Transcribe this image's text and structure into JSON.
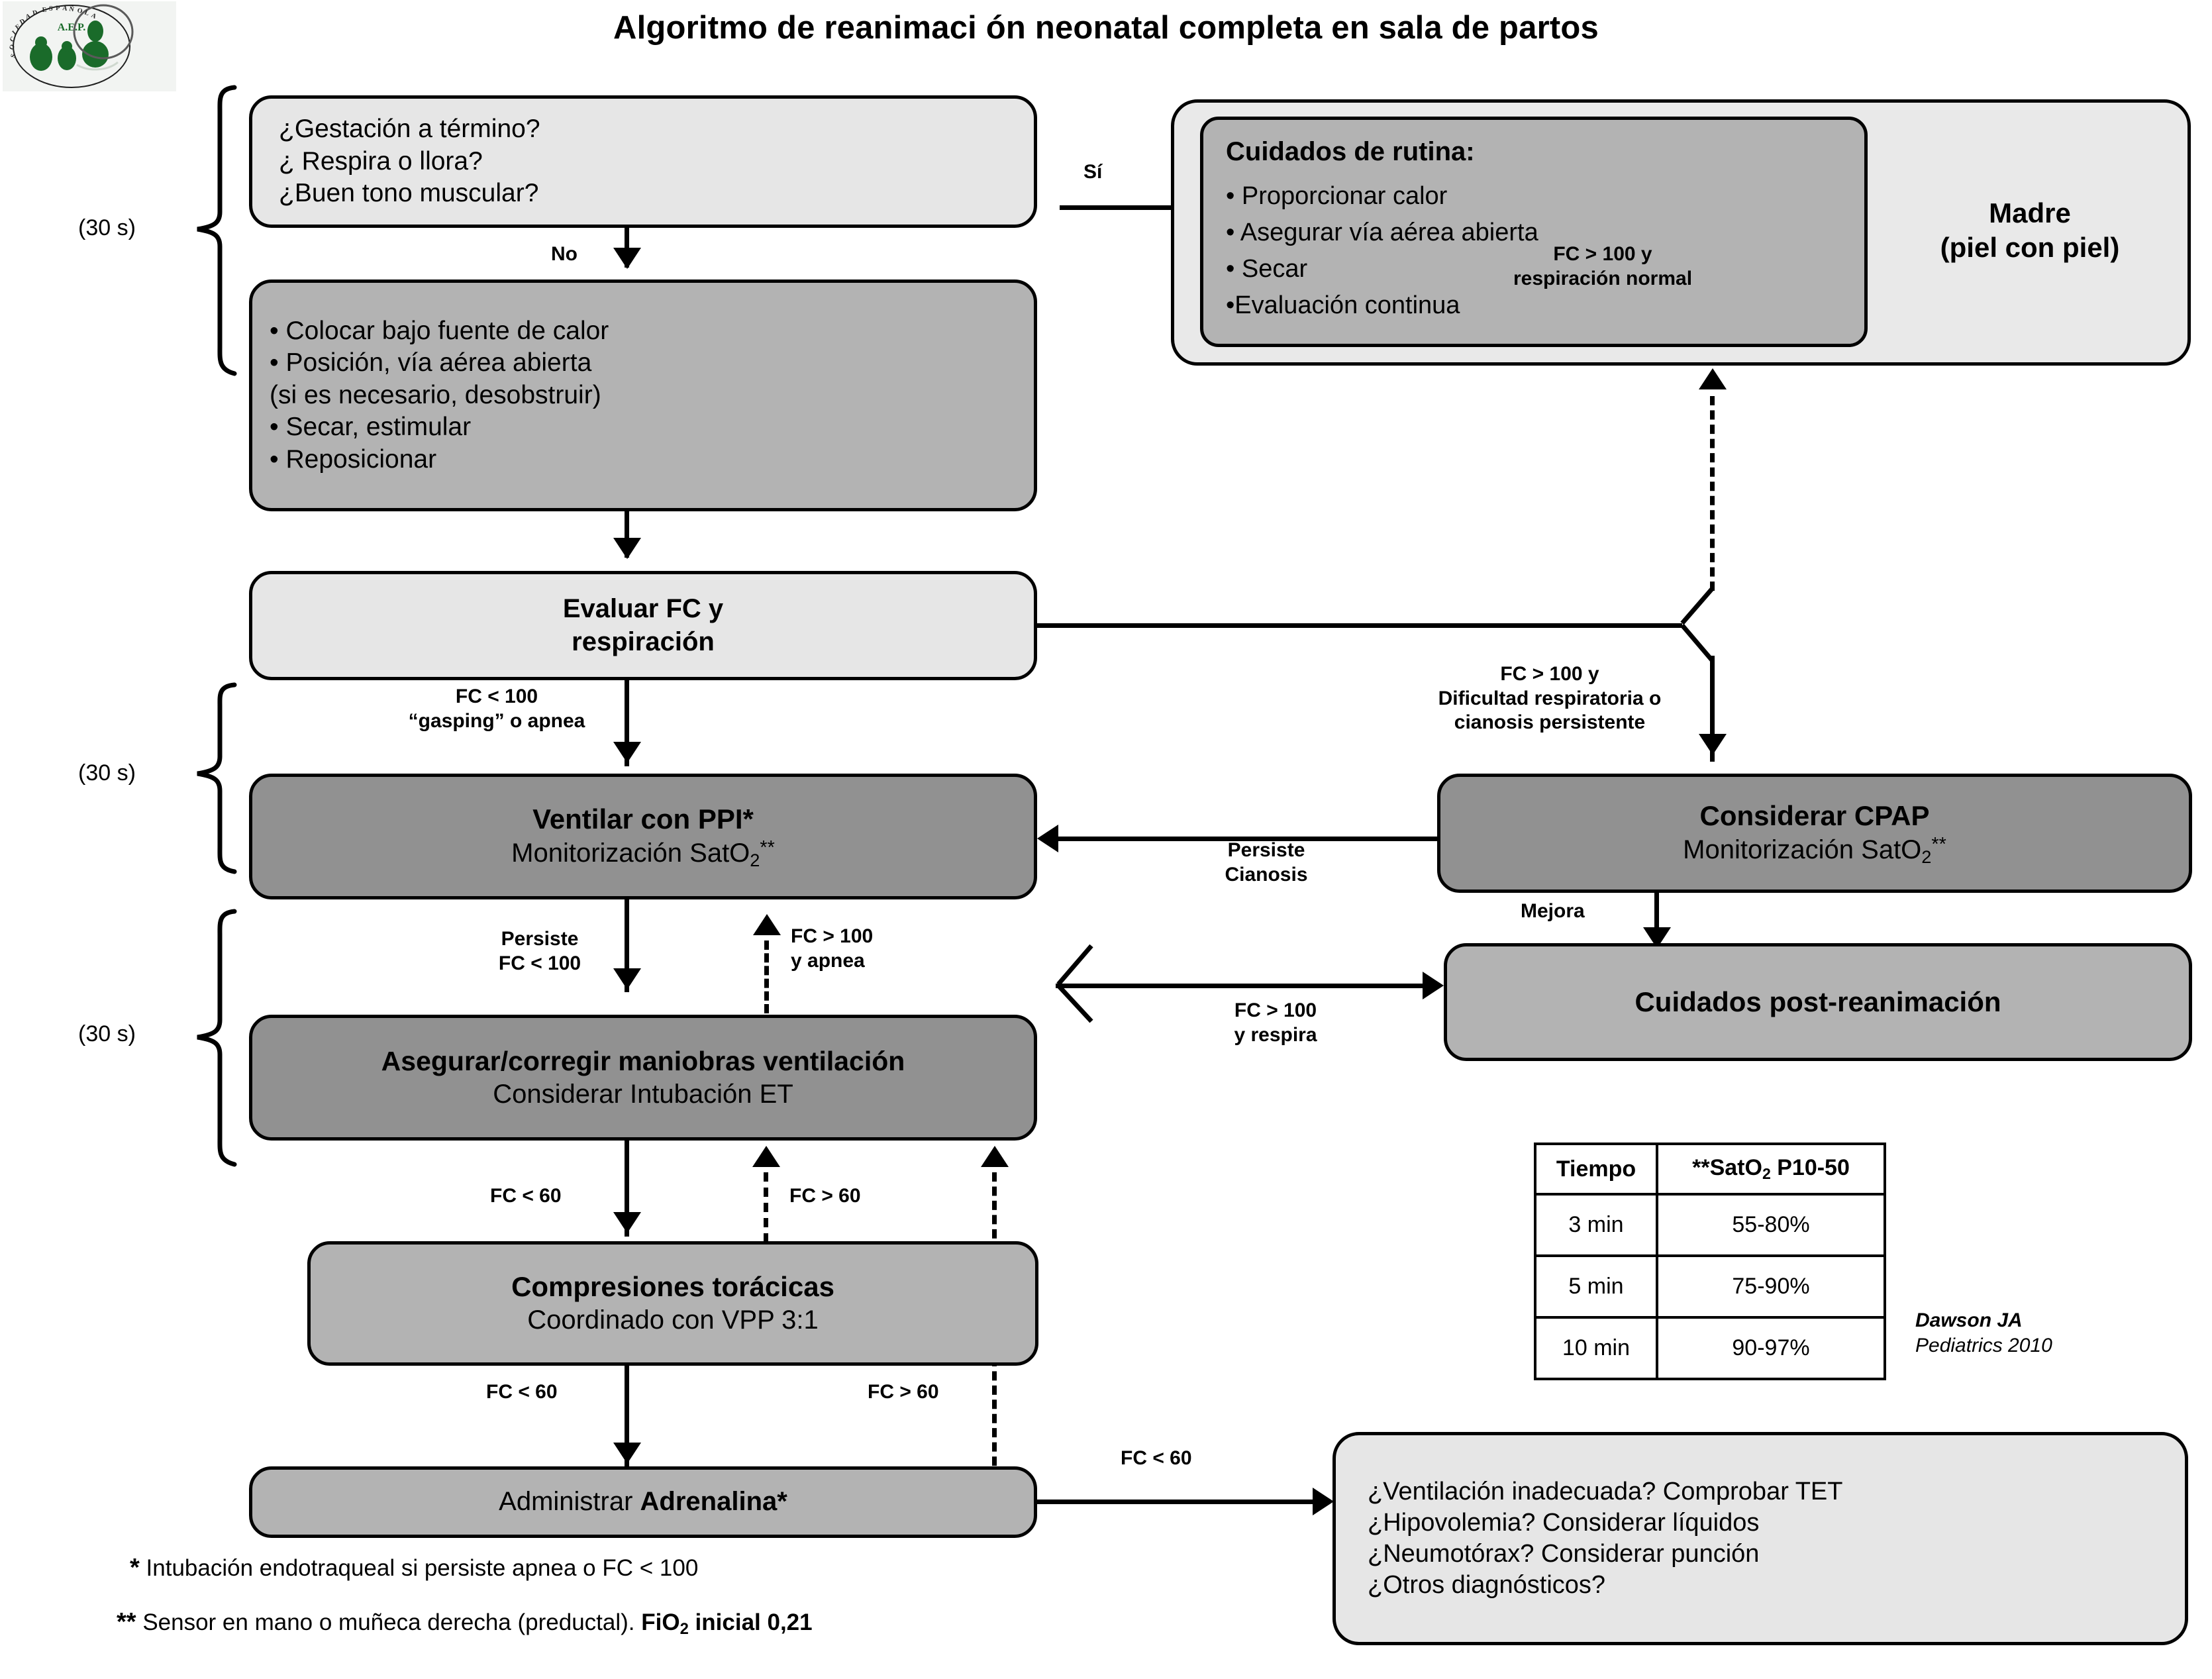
{
  "title": "Algoritmo de reanimaci ón neonatal completa en sala de partos",
  "logo": {
    "ring_text": "SOCIEDAD ESPAÑOLA DE NEONATOLOGIA",
    "acronym": "A.E.P."
  },
  "boxes": {
    "assess_initial": {
      "lines": [
        "¿Gestación a término?",
        "¿ Respira o llora?",
        "¿Buen tono muscular?"
      ]
    },
    "initial_steps": {
      "lines": [
        "• Colocar bajo fuente de calor",
        "• Posición, vía aérea abierta",
        "  (si es necesario, desobstruir)",
        "• Secar, estimular",
        "• Reposicionar"
      ]
    },
    "evaluate": {
      "line1": "Evaluar FC y",
      "line2": "respiración"
    },
    "routine_care": {
      "heading": "Cuidados de rutina:",
      "items": [
        "• Proporcionar calor",
        "• Asegurar vía aérea abierta",
        "• Secar",
        "•Evaluación continua"
      ]
    },
    "mother": {
      "line1": "Madre",
      "line2": "(piel con piel)"
    },
    "ventilate": {
      "line1": "Ventilar con PPI*",
      "line2_pre": "Monitorización SatO",
      "line2_sub": "2",
      "line2_sup": "**"
    },
    "cpap": {
      "line1": "Considerar CPAP",
      "line2_pre": "Monitorización SatO",
      "line2_sub": "2",
      "line2_sup": "**"
    },
    "post_resus": {
      "line1": "Cuidados post-reanimación"
    },
    "secure_maneuvers": {
      "line1": "Asegurar/corregir maniobras ventilación",
      "line2": "Considerar Intubación ET"
    },
    "compressions": {
      "line1": "Compresiones torácicas",
      "line2": "Coordinado con VPP 3:1"
    },
    "adrenaline": {
      "pre": "Administrar ",
      "bold": "Adrenalina*"
    },
    "troubleshoot": {
      "lines": [
        "¿Ventilación inadecuada? Comprobar TET",
        "¿Hipovolemia? Considerar líquidos",
        "¿Neumotórax? Considerar punción",
        "¿Otros diagnósticos?"
      ]
    }
  },
  "braces": {
    "label1": "(30 s)",
    "label2": "(30 s)",
    "label3": "(30 s)"
  },
  "edges": {
    "yes": "Sí",
    "no": "No",
    "fc100_gasping_l1": "FC < 100",
    "fc100_gasping_l2": "“gasping” o apnea",
    "persiste_l1": "Persiste",
    "persiste_l2": "FC < 100",
    "fc100_apnea_l1": "FC > 100",
    "fc100_apnea_l2": "y apnea",
    "fc100_resp_l1": "FC > 100 y",
    "fc100_resp_l2": "respiración normal",
    "fc100_dif_l1": "FC > 100 y",
    "fc100_dif_l2": "Dificultad respiratoria o",
    "fc100_dif_l3": "cianosis persistente",
    "persiste_cian_l1": "Persiste",
    "persiste_cian_l2": "Cianosis",
    "mejora": "Mejora",
    "fc100_respira_l1": "FC > 100",
    "fc100_respira_l2": "y respira",
    "fc60_lt_a": "FC < 60",
    "fc60_gt_a": "FC > 60",
    "fc60_lt_b": "FC < 60",
    "fc60_gt_b": "FC > 60",
    "fc60_lt_c": "FC < 60"
  },
  "sat_table": {
    "headers": [
      "Tiempo",
      "**SatO₂ P10-50"
    ],
    "header_col2": {
      "stars": "**",
      "pre": "SatO",
      "sub": "2",
      "post": " P10-50"
    },
    "rows": [
      {
        "tiempo": "3 min",
        "sat": "55-80%"
      },
      {
        "tiempo": "5 min",
        "sat": "75-90%"
      },
      {
        "tiempo": "10 min",
        "sat": "90-97%"
      }
    ],
    "reference_author": "Dawson JA",
    "reference_source": "Pediatrics 2010"
  },
  "footnotes": {
    "one_marker": "*",
    "one_text": "Intubación endotraqueal si persiste apnea o FC < 100",
    "two_marker": "**",
    "two_pre": "Sensor en mano o muñeca derecha (preductal). ",
    "two_bold_pre": "FiO",
    "two_bold_sub": "2",
    "two_bold_post": " inicial 0,21"
  },
  "colors": {
    "light_fill": "#e6e6e6",
    "mid_fill": "#b3b3b3",
    "dark_fill": "#919191",
    "outer_fill": "#e9e9e9",
    "stroke": "#000000",
    "logo_green": "#1a6b2a"
  }
}
